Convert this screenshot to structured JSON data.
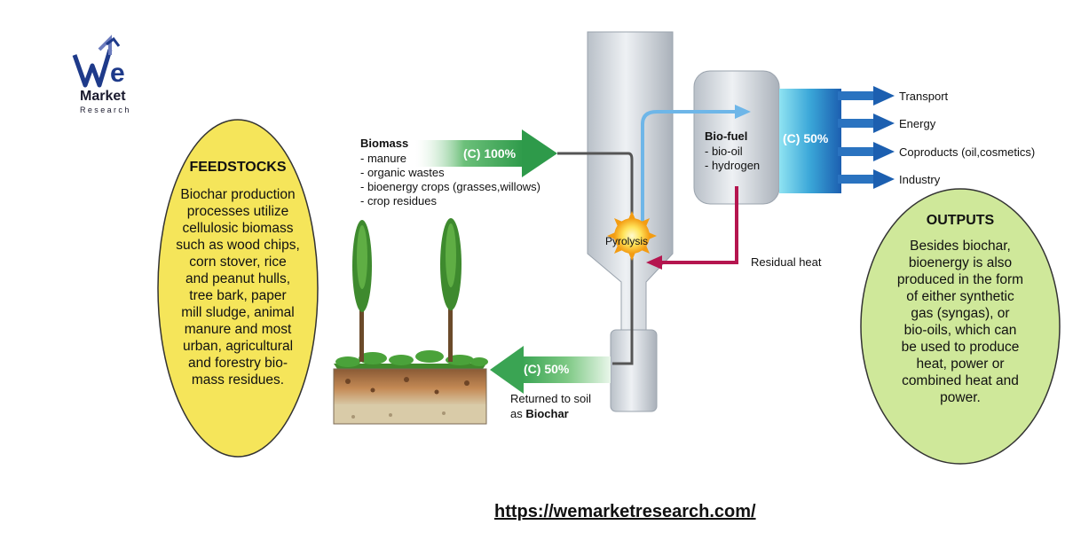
{
  "logo": {
    "mark": "We",
    "line1": "Market",
    "line2": "Research"
  },
  "feedstocks": {
    "title": "FEEDSTOCKS",
    "lines": [
      "Biochar production",
      "processes utilize",
      "cellulosic biomass",
      "such as wood chips,",
      "corn stover, rice",
      "and peanut hulls,",
      "tree bark, paper",
      "mill sludge, animal",
      "manure and most",
      "urban, agricultural",
      "and forestry bio-",
      "mass residues."
    ]
  },
  "biomass": {
    "title": "Biomass",
    "items": [
      "- manure",
      "- organic wastes",
      "- bioenergy crops (grasses,willows)",
      "- crop residues"
    ],
    "arrow_label": "(C) 100%"
  },
  "biofuel": {
    "title": "Bio-fuel",
    "items": [
      "- bio-oil",
      "- hydrogen"
    ],
    "arrow_label": "(C) 50%"
  },
  "pyrolysis": "Pyrolysis",
  "residual_heat": "Residual heat",
  "biochar": {
    "arrow_label": "(C) 50%",
    "line1": "Returned to soil",
    "line2_prefix": "as ",
    "line2_bold": "Biochar"
  },
  "outputs_list": [
    "Transport",
    "Energy",
    "Coproducts (oil,cosmetics)",
    "Industry"
  ],
  "outputs": {
    "title": "OUTPUTS",
    "lines": [
      "Besides biochar,",
      "bioenergy is also",
      "produced in the form",
      "of either synthetic",
      "gas (syngas), or",
      "bio-oils,  which can",
      "be used to produce",
      "heat, power or",
      "combined heat and",
      "power."
    ]
  },
  "website_url": "https://wemarketresearch.com/",
  "colors": {
    "feedstocks_fill": "#f5e55a",
    "outputs_fill": "#cfe89a",
    "green_arrow": "#2e9a4a",
    "blue_arrow": "#2f6fb8",
    "red_arrow": "#b5154f",
    "tank_gray": "#c9cfd6"
  },
  "icons": [
    "we-logo-icon",
    "tree-icon",
    "soil-icon",
    "pyrolysis-burst-icon",
    "arrow-icon"
  ]
}
